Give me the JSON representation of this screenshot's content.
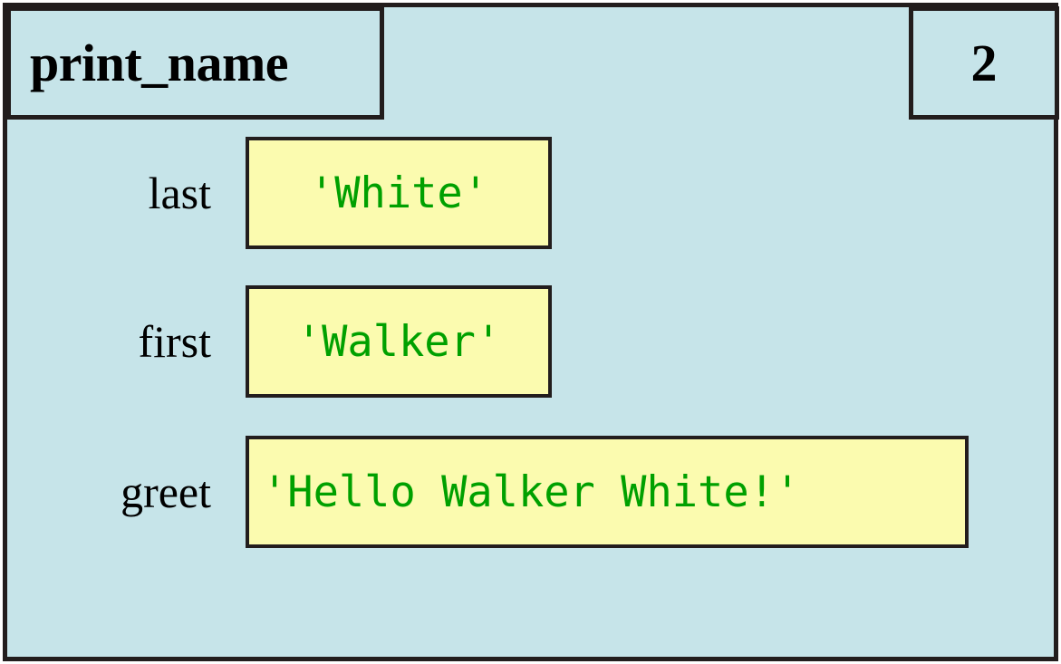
{
  "frame": {
    "function_name": "print_name",
    "frame_number": "2",
    "background_color": "#c6e4e9",
    "border_color": "#221d1d"
  },
  "value_style": {
    "box_fill": "#fbfbaf",
    "text_color": "#00a000"
  },
  "variables": [
    {
      "name": "last",
      "value": "'White'"
    },
    {
      "name": "first",
      "value": "'Walker'"
    },
    {
      "name": "greet",
      "value": "'Hello Walker White!'"
    }
  ]
}
